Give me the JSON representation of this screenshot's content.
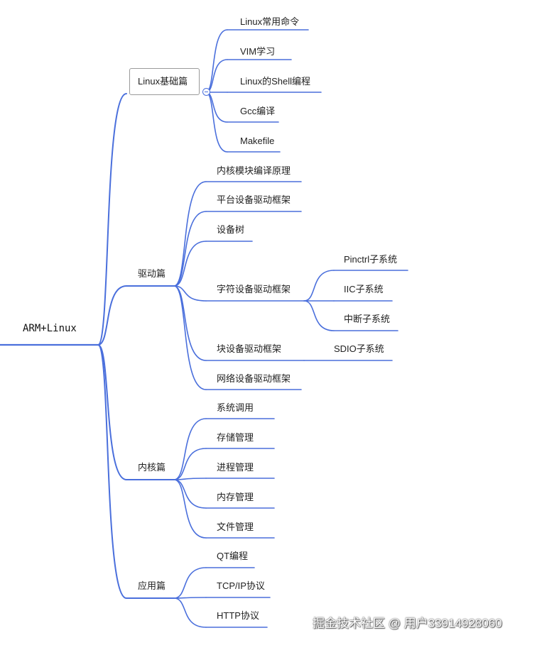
{
  "root": "ARM+Linux",
  "branches": [
    {
      "label": "Linux基础篇",
      "children": [
        {
          "label": "Linux常用命令"
        },
        {
          "label": "VIM学习"
        },
        {
          "label": "Linux的Shell编程"
        },
        {
          "label": "Gcc编译"
        },
        {
          "label": "Makefile"
        }
      ]
    },
    {
      "label": "驱动篇",
      "children": [
        {
          "label": "内核模块编译原理"
        },
        {
          "label": "平台设备驱动框架"
        },
        {
          "label": "设备树"
        },
        {
          "label": "字符设备驱动框架",
          "children": [
            {
              "label": "Pinctrl子系统"
            },
            {
              "label": "IIC子系统"
            },
            {
              "label": "中断子系统"
            }
          ]
        },
        {
          "label": "块设备驱动框架",
          "children": [
            {
              "label": "SDIO子系统"
            }
          ]
        },
        {
          "label": "网络设备驱动框架"
        }
      ]
    },
    {
      "label": "内核篇",
      "children": [
        {
          "label": "系统调用"
        },
        {
          "label": "存储管理"
        },
        {
          "label": "进程管理"
        },
        {
          "label": "内存管理"
        },
        {
          "label": "文件管理"
        }
      ]
    },
    {
      "label": "应用篇",
      "children": [
        {
          "label": "QT编程"
        },
        {
          "label": "TCP/IP协议"
        },
        {
          "label": "HTTP协议"
        }
      ]
    }
  ],
  "watermark": "掘金技术社区 @ 用户33914928060",
  "colors": {
    "line": "#4a6fdc",
    "box_border": "#9a9a9a",
    "text": "#222222"
  }
}
